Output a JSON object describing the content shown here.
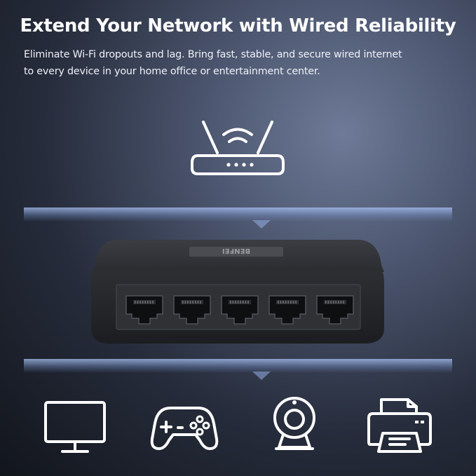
{
  "headline": "Extend Your Network with Wired Reliability",
  "subtext": [
    "Eliminate Wi-Fi dropouts and lag. Bring fast, stable, and secure wired internet",
    "to every device in your home office or entertainment center."
  ],
  "product": {
    "brand_label": "BENFEI",
    "port_count": 5
  },
  "icons": {
    "top": "router-icon",
    "bottom": [
      "monitor-icon",
      "gamepad-icon",
      "webcam-icon",
      "printer-icon"
    ]
  },
  "colors": {
    "text": "#ffffff",
    "beam": "#aac3f5",
    "device_body": "#2a2c30"
  }
}
